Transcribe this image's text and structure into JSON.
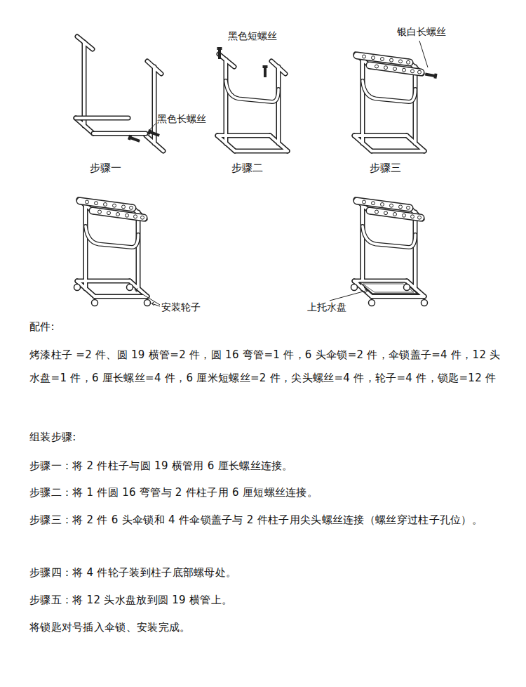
{
  "diagram": {
    "labels": [
      "黑色长螺丝",
      "步骤一",
      "黑色短螺丝",
      "步骤二",
      "银白长螺丝",
      "步骤三",
      "安装轮子",
      "上托水盘",
      "配件:",
      "烤漆柱子 =2 件、圆 19 横管=2 件，圆 16 弯管=1 件，6 头伞锁=2 件，伞锁盖子=4 件，12 头水盘=1 件，6 厘长螺丝=4 件，6 厘米短螺丝=2 件，尖头螺丝=4 件，轮子=4 件，锁匙=12 件",
      "组装步骤:",
      "步骤一：将 2 件柱子与圆 19 横管用 6 厘长螺丝连接。",
      "步骤二：将 1 件圆 16 弯管与 2 件柱子用 6 厘短螺丝连接。",
      "步骤三：将 2 件 6 头伞锁和 4 件伞锁盖子与 2 件柱子用尖头螺丝连接（螺丝穿过柱子孔位）。",
      "步骤四：将 4 件轮子装到柱子底部螺母处。",
      "步骤五：将 12 头水盘放到圆 19 横管上。",
      "将锁匙对号插入伞锁、安装完成。"
    ]
  }
}
